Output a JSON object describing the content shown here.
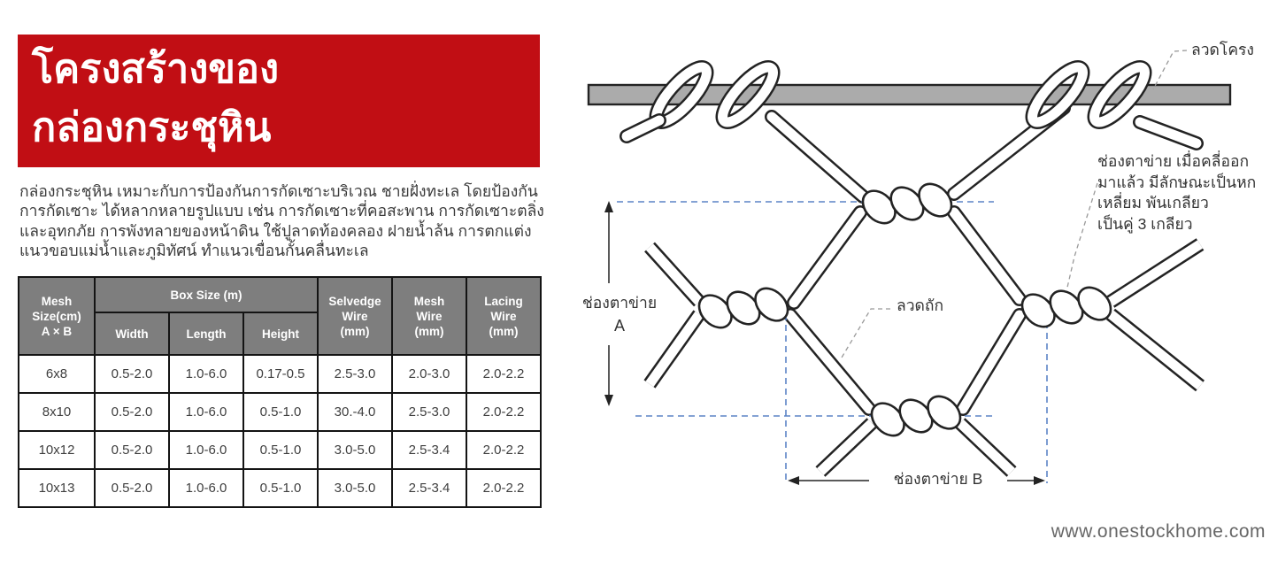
{
  "header": {
    "title_line1": "โครงสร้างของ",
    "title_line2": "กล่องกระชุหิน"
  },
  "description": {
    "lines": [
      "กล่องกระชุหิน เหมาะกับการป้องกันการกัดเซาะบริเวณ ชายฝั่งทะเล โดยป้องกัน",
      "การกัดเซาะ ได้หลากหลายรูปแบบ เช่น การกัดเซาะที่คอสะพาน การกัดเซาะตลิ่ง",
      "และอุทกภัย การพังทลายของหน้าดิน ใช้ปูลาดท้องคลอง ฝายน้ำล้น การตกแต่ง",
      "แนวขอบแม่น้ำและภูมิทัศน์ ทำแนวเขื่อนกั้นคลื่นทะเล"
    ]
  },
  "spec_table": {
    "col_mesh_size": "Mesh\nSize(cm)\nA × B",
    "col_box_size": "Box Size (m)",
    "col_width": "Width",
    "col_length": "Length",
    "col_height": "Height",
    "col_selvedge": "Selvedge\nWire\n(mm)",
    "col_mesh_wire": "Mesh\nWire\n(mm)",
    "col_lacing": "Lacing\nWire\n(mm)",
    "rows": [
      [
        "6x8",
        "0.5-2.0",
        "1.0-6.0",
        "0.17-0.5",
        "2.5-3.0",
        "2.0-3.0",
        "2.0-2.2"
      ],
      [
        "8x10",
        "0.5-2.0",
        "1.0-6.0",
        "0.5-1.0",
        "30.-4.0",
        "2.5-3.0",
        "2.0-2.2"
      ],
      [
        "10x12",
        "0.5-2.0",
        "1.0-6.0",
        "0.5-1.0",
        "3.0-5.0",
        "2.5-3.4",
        "2.0-2.2"
      ],
      [
        "10x13",
        "0.5-2.0",
        "1.0-6.0",
        "0.5-1.0",
        "3.0-5.0",
        "2.5-3.4",
        "2.0-2.2"
      ]
    ]
  },
  "diagram": {
    "label_frame_wire": "ลวดโครง",
    "note_lines": [
      "ช่องตาข่าย เมื่อคลี่ออก",
      "มาแล้ว มีลักษณะเป็นหก",
      "เหลี่ยม พันเกลียว",
      "เป็นคู่ 3 เกลียว"
    ],
    "label_mesh_a": "ช่องตาข่าย",
    "label_mesh_a_letter": "A",
    "label_woven_wire": "ลวดถัก",
    "label_mesh_b": "ช่องตาข่าย B"
  },
  "footer": {
    "website": "www.onestockhome.com"
  },
  "colors": {
    "accent_red": "#C10E14",
    "table_header_gray": "#7E7E7E",
    "bar_gray": "#ABABAB",
    "dashed_blue": "#5B84C6",
    "outline_dark": "#232323"
  }
}
